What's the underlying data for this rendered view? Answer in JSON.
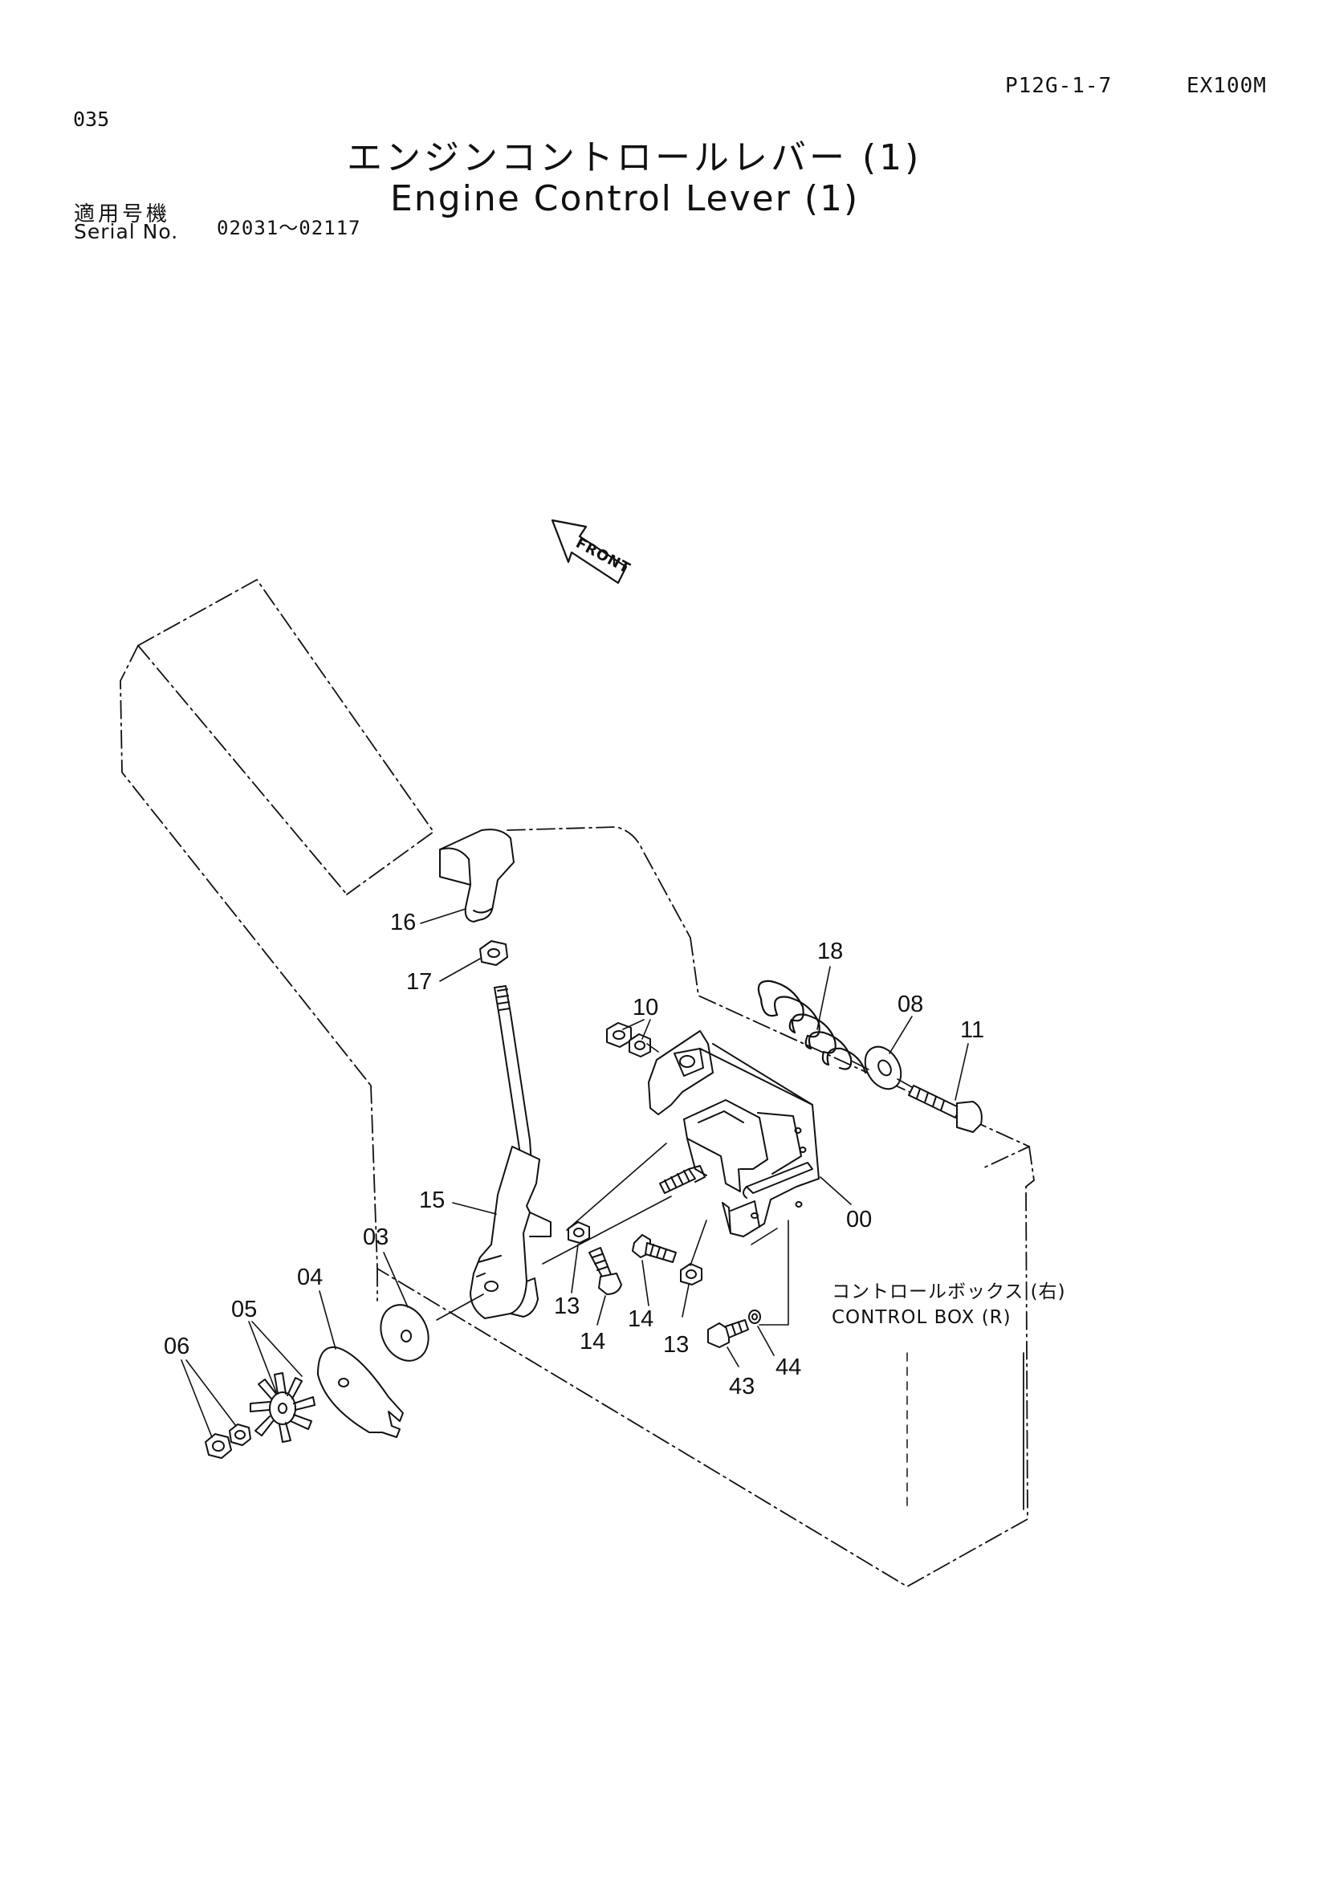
{
  "header": {
    "page_code": "P12G-1-7",
    "model": "EX100M",
    "page_number": "035",
    "title_jp": "エンジンコントロールレバー (1)",
    "title_en": "Engine Control Lever (1)",
    "serial_label_jp": "適用号機",
    "serial_label_en": "Serial No.",
    "serial_range": "02031～02117"
  },
  "diagram": {
    "front_marker": "FRONT",
    "control_box_jp": "コントロールボックス (右)",
    "control_box_en": "CONTROL BOX (R)",
    "callouts": {
      "c16": "16",
      "c17": "17",
      "c15": "15",
      "c10": "10",
      "c18": "18",
      "c08": "08",
      "c11": "11",
      "c00": "00",
      "c03": "03",
      "c04": "04",
      "c05": "05",
      "c06": "06",
      "c13a": "13",
      "c14a": "14",
      "c14b": "14",
      "c13b": "13",
      "c43": "43",
      "c44": "44"
    }
  }
}
